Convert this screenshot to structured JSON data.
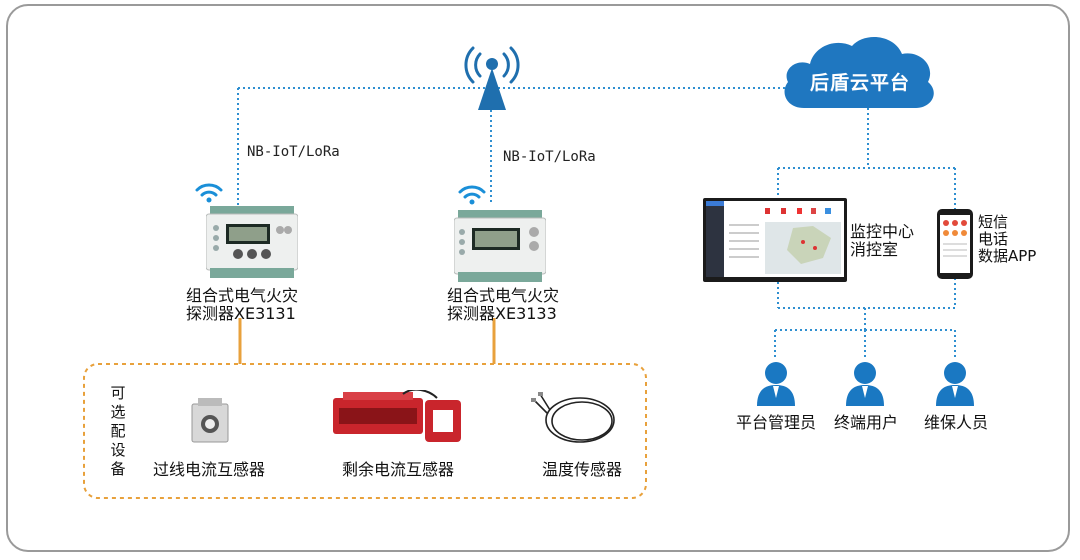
{
  "cloud": {
    "label": "后盾云平台"
  },
  "links": {
    "left_protocol": "NB-IoT/LoRa",
    "right_protocol": "NB-IoT/LoRa"
  },
  "devices": [
    {
      "name_line1": "组合式电气火灾",
      "name_line2": "探测器XE3131"
    },
    {
      "name_line1": "组合式电气火灾",
      "name_line2": "探测器XE3133"
    }
  ],
  "optional": {
    "chars": [
      "可",
      "选",
      "配",
      "设",
      "备"
    ]
  },
  "sensors": [
    {
      "label": "过线电流互感器"
    },
    {
      "label": "剩余电流互感器"
    },
    {
      "label": "温度传感器"
    }
  ],
  "monitor": {
    "line1": "监控中心",
    "line2": "消控室"
  },
  "sms": {
    "line1": "短信",
    "line2": "电话",
    "line3": "数据APP"
  },
  "users": [
    {
      "label": "平台管理员"
    },
    {
      "label": "终端用户"
    },
    {
      "label": "维保人员"
    }
  ],
  "colors": {
    "dotted_line": "#2f8fd0",
    "cloud": "#1f77c0",
    "orange": "#e8a13c",
    "person": "#1a78c2",
    "sensor_red": "#c9252c"
  }
}
